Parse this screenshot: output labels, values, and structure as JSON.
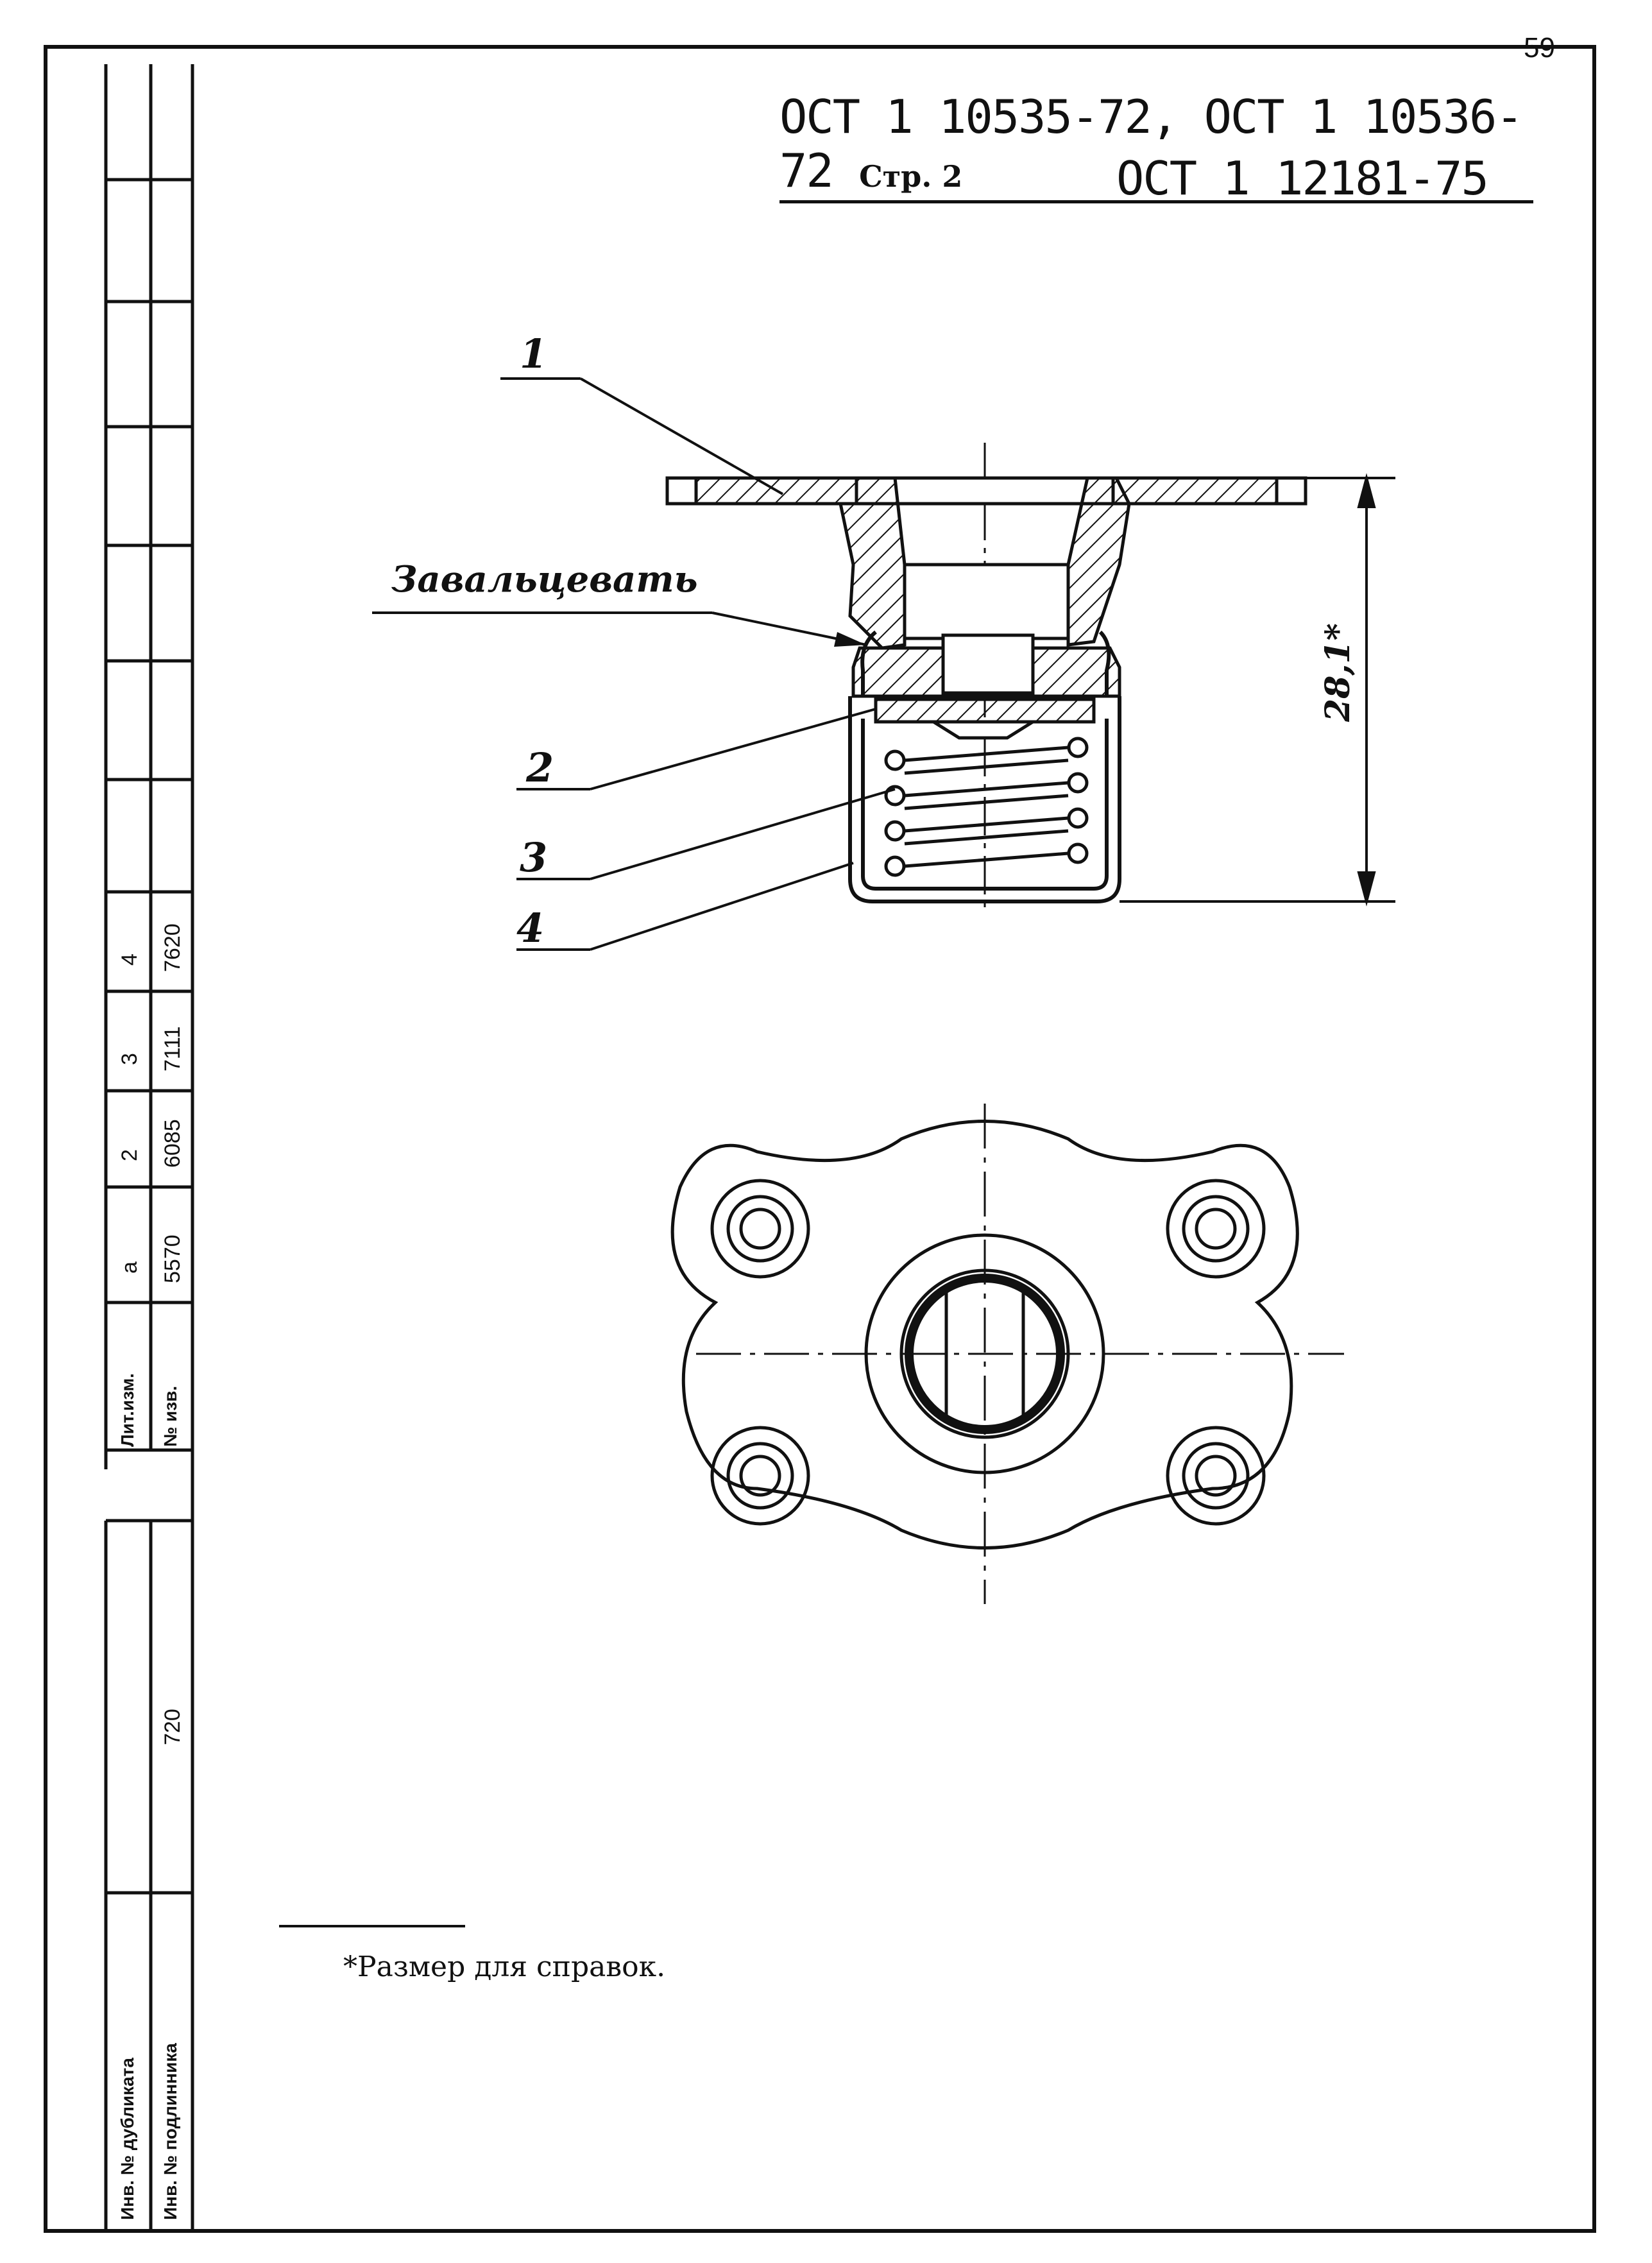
{
  "page": {
    "sheet_number": "59",
    "header_line1": "ОСТ 1 10535-72, ОСТ 1 10536-72",
    "header_page": "Стр. 2",
    "header_line2": "ОСТ 1 12181-75"
  },
  "drawing": {
    "callouts": [
      "1",
      "2",
      "3",
      "4"
    ],
    "instruction": "Завальцевать",
    "dimension": "28,1*",
    "footnote": "*Размер для справок."
  },
  "side_table": {
    "row_label_top": "Лит.изм.",
    "row_label_bottom": "№ изв.",
    "columns": [
      {
        "rev": "а",
        "notice": "5570"
      },
      {
        "rev": "2",
        "notice": "6085"
      },
      {
        "rev": "3",
        "notice": "7111"
      },
      {
        "rev": "4",
        "notice": "7620"
      }
    ],
    "inv_duplicate_label": "Инв. № дубликата",
    "inv_original_label": "Инв. № подлинника",
    "inv_original_value": "720"
  },
  "colors": {
    "ink": "#111111",
    "paper": "#ffffff"
  }
}
